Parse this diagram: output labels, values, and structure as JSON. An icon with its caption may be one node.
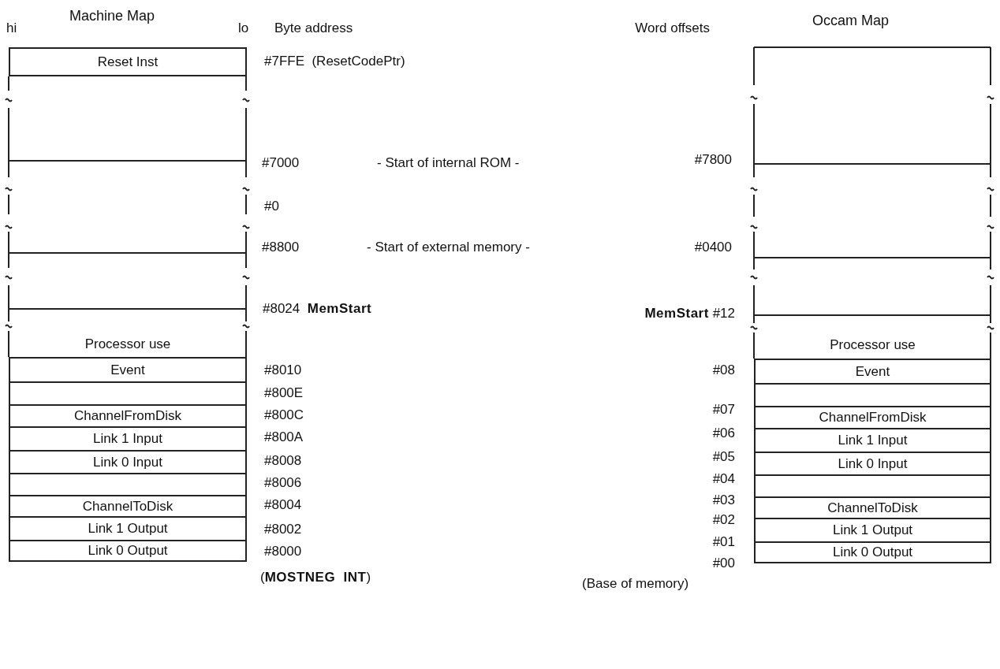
{
  "diagram": {
    "nodes": [
      {
        "text": [
          "Reset Inst"
        ]
      },
      {
        "text": [
          "Processor use"
        ]
      },
      {
        "text": [
          "Event"
        ]
      },
      {
        "text": [],
        "shape": "box"
      },
      {
        "text": [
          "ChannelFromDisk"
        ]
      },
      {
        "text": [
          "Link 1 Input"
        ]
      },
      {
        "text": [
          "Link 0 Input"
        ]
      },
      {
        "text": [],
        "shape": "box"
      },
      {
        "text": [
          "ChannelToDisk"
        ]
      },
      {
        "text": [
          "Link 1 Output"
        ]
      },
      {
        "text": [
          "Link 0 Output"
        ]
      },
      {
        "text": [
          "Processor use"
        ]
      },
      {
        "text": [
          "Event"
        ]
      },
      {
        "text": [],
        "shape": "box"
      },
      {
        "text": [
          "ChannelFromDisk"
        ]
      },
      {
        "text": [
          "Link 1 Input"
        ]
      },
      {
        "text": [
          "Link 0 Input"
        ]
      },
      {
        "text": [],
        "shape": "box"
      },
      {
        "text": [
          "ChannelToDisk"
        ]
      },
      {
        "text": [
          "Link 1 Output"
        ]
      },
      {
        "text": [
          "Link 0 Output"
        ]
      }
    ],
    "labels": [
      "hi",
      "Machine Map",
      "lo",
      "Byte address",
      "Word offsets",
      "Occam Map",
      "#7FFE  (ResetCodePtr)",
      "#7000",
      "- Start of internal ROM -",
      "#7800",
      "#0",
      "#8800",
      "- Start of external memory -",
      "#0400",
      "#8024  **MemStart**",
      "**MemStart** #12",
      "#8010",
      "#08",
      "#800E",
      "#07",
      "#800C",
      "#06",
      "#800A",
      "#05",
      "#8008",
      "#04",
      "#8006",
      "#03",
      "#8004",
      "#02",
      "#8002",
      "#01",
      "#8000",
      "#00",
      "(**MOSTNEG  INT**)",
      "(Base of memory)"
    ]
  }
}
